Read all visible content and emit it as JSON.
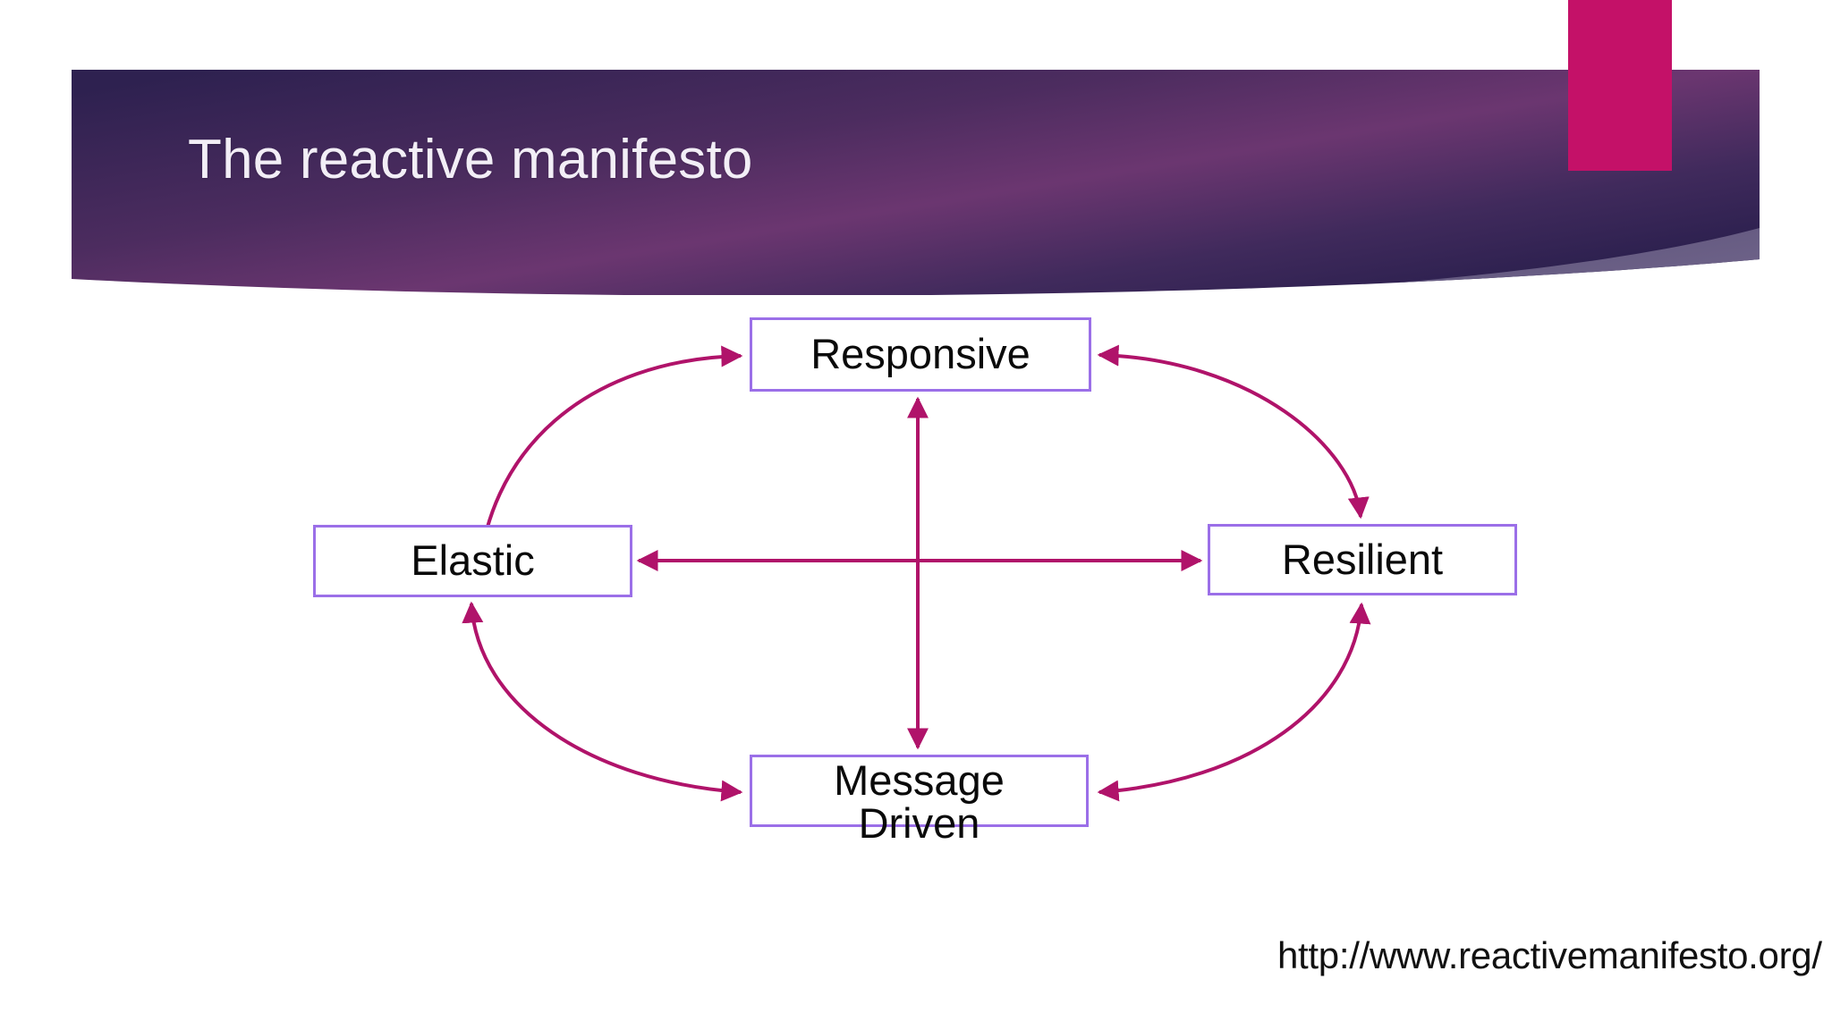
{
  "slide": {
    "title": "The reactive manifesto",
    "background_color": "#FFFFFF"
  },
  "banner": {
    "gradient_from": "#2E2150",
    "gradient_mid": "#6B3670",
    "gradient_to": "#241C49",
    "swoosh_color": "#5F5480",
    "accent_rect_color": "#C41168",
    "title_color": "#F2EEF6"
  },
  "diagram": {
    "type": "cycle",
    "node_border_color": "#9B6FE8",
    "node_fill_color": "#FFFFFF",
    "arrow_color": "#B0136A",
    "nodes": [
      {
        "id": "responsive",
        "label": "Responsive"
      },
      {
        "id": "elastic",
        "label": "Elastic"
      },
      {
        "id": "resilient",
        "label": "Resilient"
      },
      {
        "id": "message-driven",
        "label": "Message\nDriven"
      }
    ],
    "connections": [
      {
        "from": "elastic",
        "to": "responsive",
        "style": "curved",
        "bidirectional": true
      },
      {
        "from": "responsive",
        "to": "resilient",
        "style": "curved",
        "bidirectional": true
      },
      {
        "from": "elastic",
        "to": "message-driven",
        "style": "curved",
        "bidirectional": true
      },
      {
        "from": "message-driven",
        "to": "resilient",
        "style": "curved",
        "bidirectional": true
      },
      {
        "from": "elastic",
        "to": "resilient",
        "style": "straight-horizontal",
        "bidirectional": true
      },
      {
        "from": "responsive",
        "to": "message-driven",
        "style": "straight-vertical",
        "bidirectional": true
      }
    ]
  },
  "footer": {
    "source_url": "http://www.reactivemanifesto.org/"
  }
}
